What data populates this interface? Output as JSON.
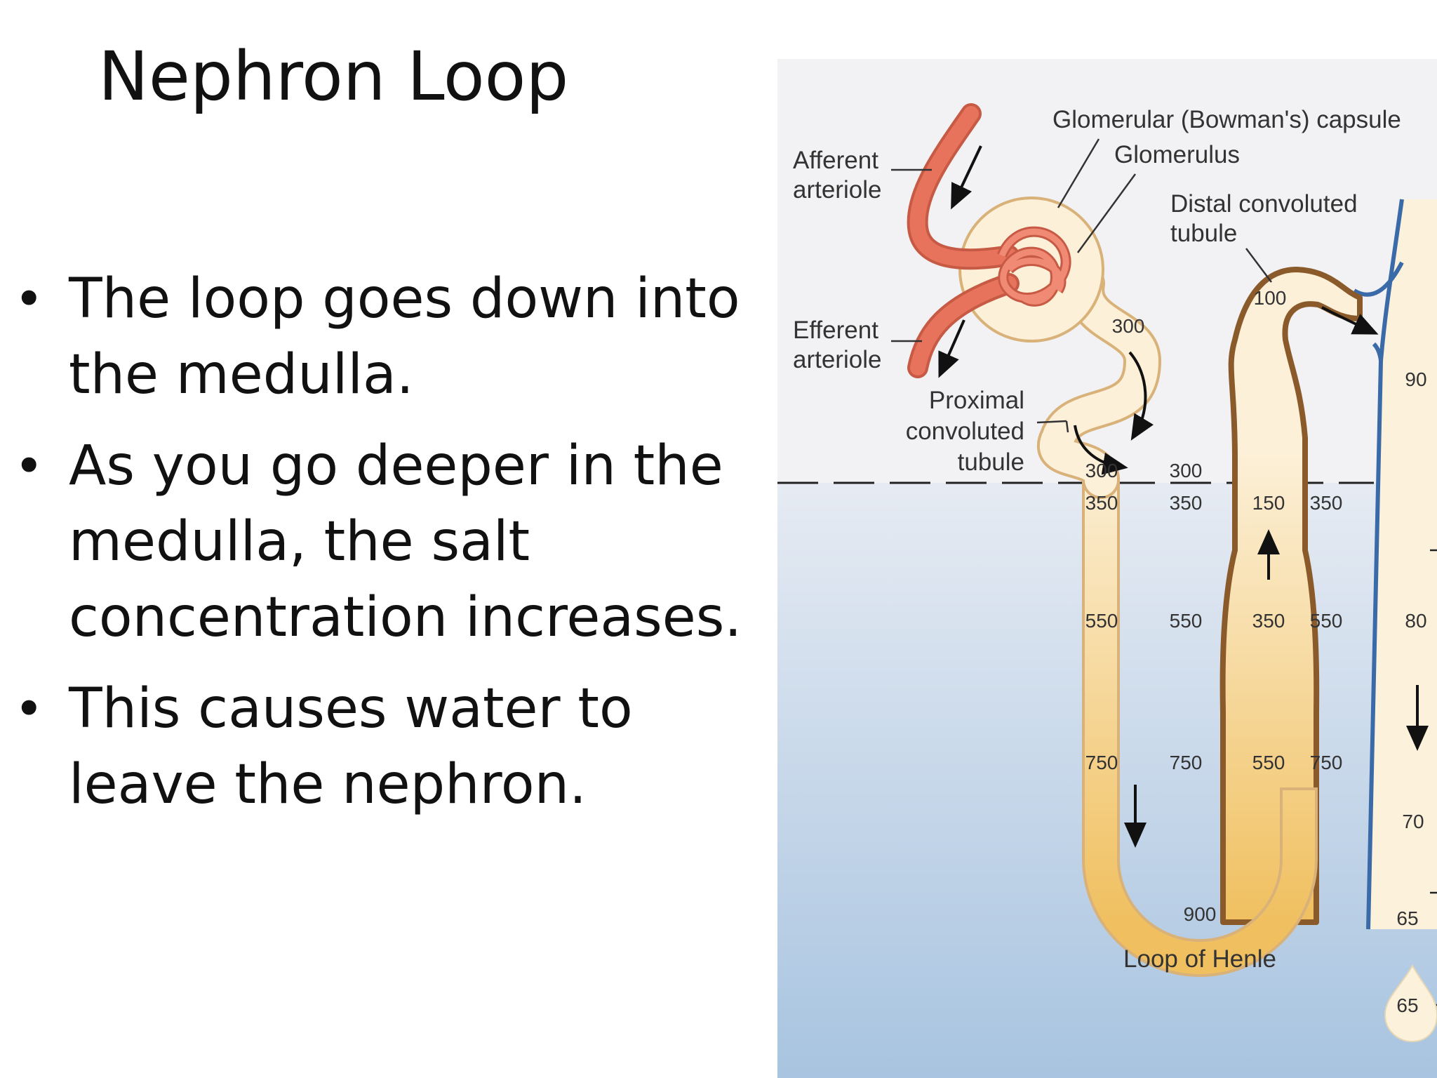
{
  "slide": {
    "title": "Nephron Loop",
    "bullets": [
      "The loop goes down into the medulla.",
      "As you go deeper in the medulla, the salt concentration increases.",
      "This causes water to leave the nephron."
    ]
  },
  "diagram": {
    "labels": {
      "capsule": "Glomerular (Bowman's) capsule",
      "glomerulus": "Glomerulus",
      "afferent_1": "Afferent",
      "afferent_2": "arteriole",
      "efferent_1": "Efferent",
      "efferent_2": "arteriole",
      "distal_1": "Distal convoluted",
      "distal_2": "tubule",
      "proximal_1": "Proximal",
      "proximal_2": "convoluted",
      "proximal_3": "tubule",
      "loop": "Loop of Henle"
    },
    "concentrations": {
      "distal_top": "100",
      "capsule_out": "300",
      "desc_cortex": "300",
      "desc_cortex_out": "300",
      "desc_1": "350",
      "desc_1_out": "350",
      "asc_1": "150",
      "asc_1_out": "350",
      "desc_2": "550",
      "desc_2_out": "550",
      "asc_2": "350",
      "asc_2_out": "550",
      "desc_3": "750",
      "desc_3_out": "750",
      "asc_3": "550",
      "asc_3_out": "750",
      "bottom": "900",
      "duct_1": "90",
      "duct_2": "80",
      "duct_3": "70",
      "duct_4": "65",
      "urine": "65"
    },
    "colors": {
      "artery": "#e8735c",
      "tubule_light": "#fcf0d8",
      "tubule_deep": "#f0c060",
      "tubule_edge": "#d9b27a",
      "ascending_edge": "#8a5a2a",
      "collecting_edge": "#3a6aa8",
      "cortex_bg": "#f2f2f4",
      "medulla_top": "#e6ebf3",
      "medulla_bottom": "#a8c4e0"
    }
  }
}
